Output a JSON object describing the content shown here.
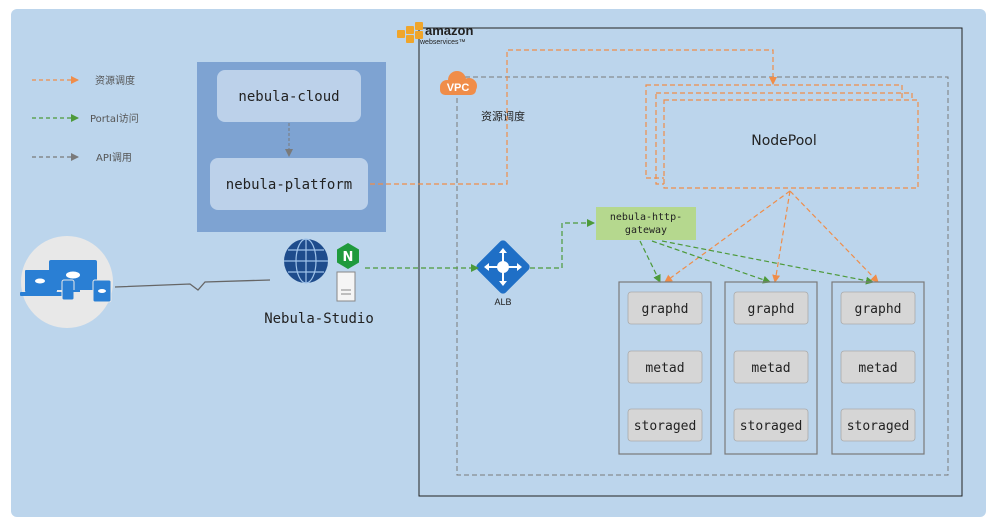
{
  "colors": {
    "canvas": "#bcd5ec",
    "platform_panel": "#7ea3d2",
    "platform_box": "#bcd1ea",
    "node_box": "#d6d6d6",
    "gateway_box": "#b5d88e",
    "orange": "#f08d49",
    "green": "#4d9a3a",
    "gray": "#7a7a7a",
    "alb_blue": "#1f6fc6",
    "nginx_green": "#1f9a3c"
  },
  "legend": {
    "resource_scheduling": "资源调度",
    "portal_access": "Portal访问",
    "api_call": "API调用"
  },
  "platform": {
    "cloud": "nebula-cloud",
    "platform": "nebula-platform"
  },
  "aws": {
    "brand": "amazon",
    "sub": "webservices™"
  },
  "vpc": {
    "label": "VPC",
    "sublabel": "资源调度"
  },
  "nodepool": {
    "label": "NodePool"
  },
  "gateway": {
    "line1": "nebula-http-",
    "line2": "gateway"
  },
  "alb": {
    "label": "ALB"
  },
  "studio": {
    "label": "Nebula-Studio",
    "nginx_letter": "N"
  },
  "clusters": [
    {
      "graphd": "graphd",
      "metad": "metad",
      "storaged": "storaged"
    },
    {
      "graphd": "graphd",
      "metad": "metad",
      "storaged": "storaged"
    },
    {
      "graphd": "graphd",
      "metad": "metad",
      "storaged": "storaged"
    }
  ],
  "icons": {
    "devices": "devices-cloud-icon",
    "globe": "globe-icon",
    "nginx": "nginx-icon",
    "server": "server-icon",
    "alb": "load-balancer-icon",
    "aws": "aws-logo-icon",
    "vpc": "vpc-cloud-icon"
  }
}
